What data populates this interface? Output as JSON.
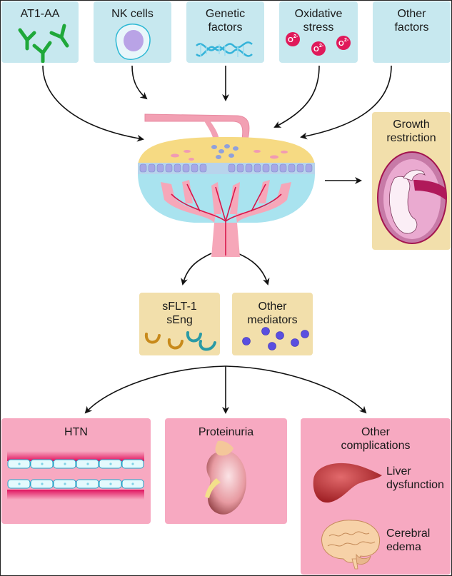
{
  "title": "Pathogenesis of preeclampsia",
  "causes": [
    {
      "id": "at1aa",
      "label": "AT1-AA",
      "icon": "antibody-icon"
    },
    {
      "id": "nk",
      "label": "NK cells",
      "icon": "nk-cell-icon"
    },
    {
      "id": "genetic",
      "label": "Genetic\nfactors",
      "line1": "Genetic",
      "line2": "factors",
      "icon": "dna-icon"
    },
    {
      "id": "oxidative",
      "label": "Oxidative\nstress",
      "line1": "Oxidative",
      "line2": "stress",
      "icon": "superoxide-icon",
      "symbol": "O2-"
    },
    {
      "id": "other",
      "label": "Other\nfactors",
      "line1": "Other",
      "line2": "factors"
    }
  ],
  "center": {
    "name": "placenta",
    "icon": "placenta-icon"
  },
  "fetal_effect": {
    "line1": "Growth",
    "line2": "restriction",
    "icon": "fetus-icon"
  },
  "mediators": [
    {
      "line1": "sFLT-1",
      "line2": "sEng",
      "icon": "soluble-receptor-icon"
    },
    {
      "line1": "Other",
      "line2": "mediators",
      "icon": "molecule-dots-icon"
    }
  ],
  "outcomes": [
    {
      "label": "HTN",
      "icon": "blood-vessel-icon"
    },
    {
      "label": "Proteinuria",
      "icon": "kidney-icon"
    },
    {
      "line1": "Other",
      "line2": "complications",
      "items": [
        {
          "line1": "Liver",
          "line2": "dysfunction",
          "icon": "liver-icon"
        },
        {
          "line1": "Cerebral",
          "line2": "edema",
          "icon": "brain-icon"
        }
      ]
    }
  ],
  "colors": {
    "cause_box": "#c7e8ef",
    "mediator_box": "#f2dfab",
    "outcome_box": "#f7a9c1",
    "antibody": "#1fa83a",
    "superoxide": "#e0195a",
    "arrow": "#111111"
  }
}
